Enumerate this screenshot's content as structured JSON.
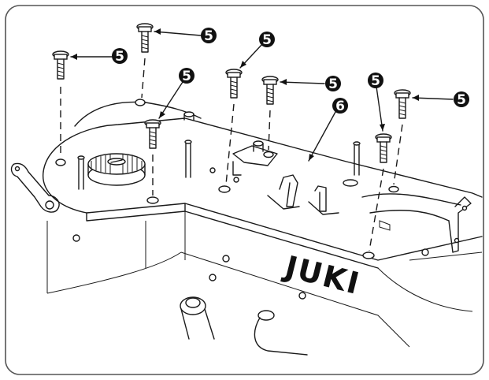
{
  "figure": {
    "brand": "JUKI",
    "screw_label": "5",
    "cover_label": "6"
  },
  "callouts": [
    {
      "id": "screw-a",
      "label": "5"
    },
    {
      "id": "screw-b",
      "label": "5"
    },
    {
      "id": "screw-c",
      "label": "5"
    },
    {
      "id": "screw-d",
      "label": "5"
    },
    {
      "id": "screw-e",
      "label": "5"
    },
    {
      "id": "screw-f",
      "label": "5"
    },
    {
      "id": "screw-g",
      "label": "5"
    },
    {
      "id": "cover",
      "label": "6"
    }
  ]
}
